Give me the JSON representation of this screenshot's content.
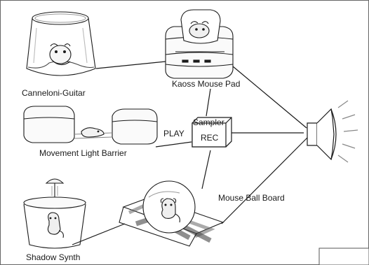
{
  "labels": {
    "canneloni_guitar": "Canneloni-Guitar",
    "kaoss_mouse_pad": "Kaoss Mouse Pad",
    "movement_light_barrier": "Movement Light Barrier",
    "shadow_synth": "Shadow Synth",
    "mouse_ball_board": "Mouse Ball Board",
    "play": "PLAY",
    "sampler": "Sampler",
    "rec": "REC"
  },
  "colors": {
    "ink": "#1a1a1a",
    "border": "#555555"
  }
}
